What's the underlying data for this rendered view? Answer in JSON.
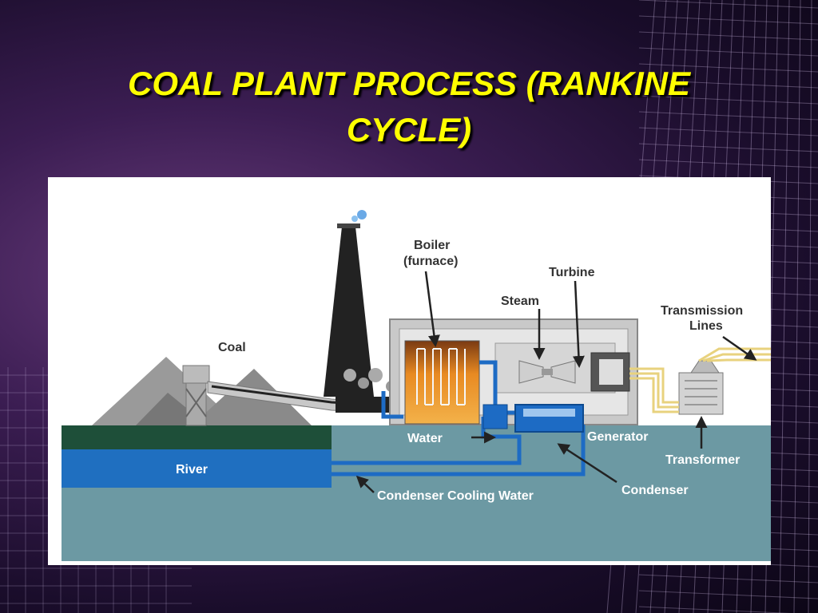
{
  "slide": {
    "title_line1": "COAL PLANT PROCESS (RANKINE",
    "title_line2": "CYCLE)",
    "title_color": "#ffff00"
  },
  "diagram": {
    "labels": {
      "coal": "Coal",
      "boiler_line1": "Boiler",
      "boiler_line2": "(furnace)",
      "turbine": "Turbine",
      "steam": "Steam",
      "transmission_line1": "Transmission",
      "transmission_line2": "Lines",
      "water": "Water",
      "generator": "Generator",
      "transformer": "Transformer",
      "river": "River",
      "condenser": "Condenser",
      "condenser_cooling_water": "Condenser Cooling Water"
    },
    "colors": {
      "ground": "#6c99a3",
      "river": "#1f6fc0",
      "grass": "#1e4f39",
      "pipe": "#1d6bc4",
      "building": "#c9c9c9",
      "fire": "#e27f1f",
      "power_line": "#e8d27e"
    }
  }
}
